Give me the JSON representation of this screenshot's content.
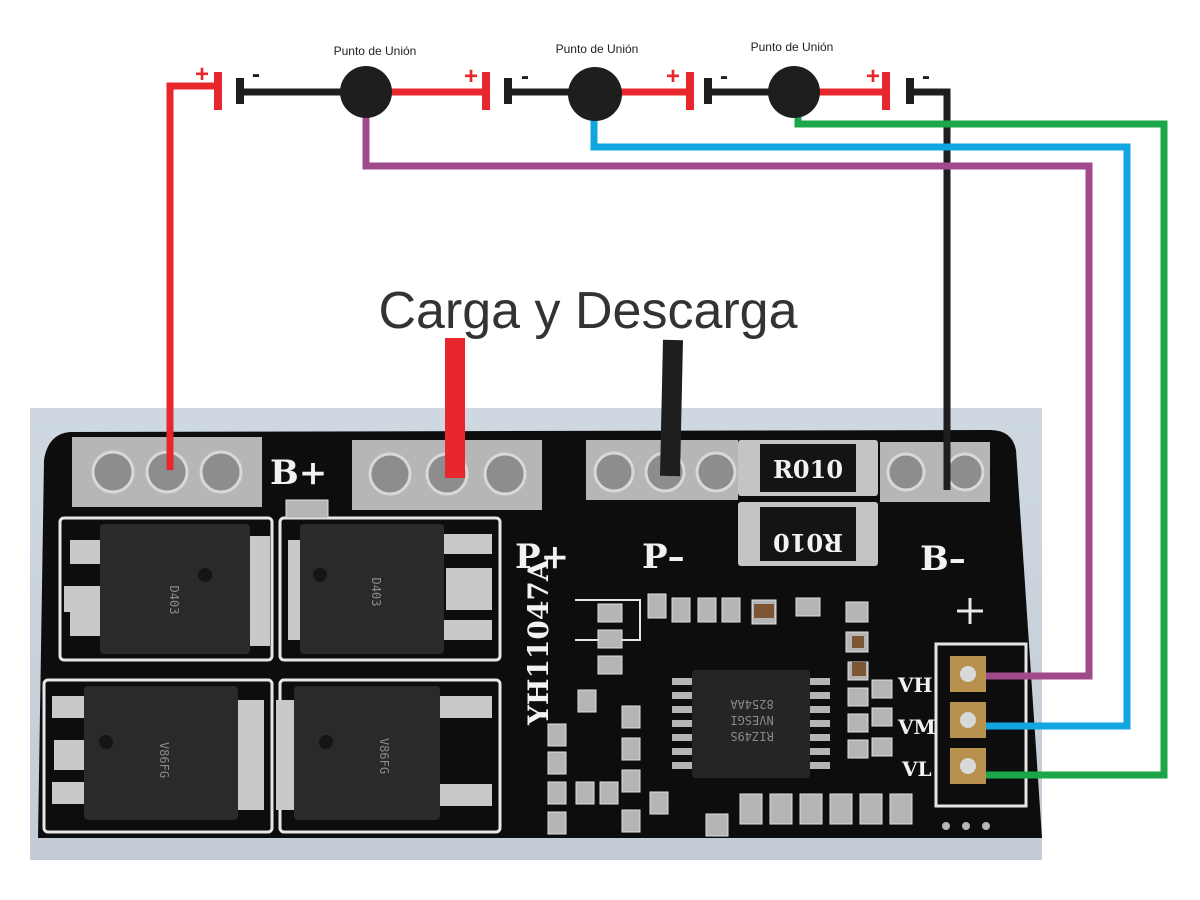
{
  "diagram": {
    "junction_label": "Punto de Unión",
    "title": "Carga y Descarga",
    "plus_sign": "+",
    "minus_sign": "-"
  },
  "board": {
    "label_b_plus": "B+",
    "label_p_plus": "P+",
    "label_p_minus": "P–",
    "label_b_minus": "B–",
    "model": "YH11047A",
    "resistor_label": "R010",
    "pin_vh": "VH",
    "pin_vm": "VM",
    "pin_vl": "VL",
    "mosfet_mark_1": "D403",
    "mosfet_mark_2": "V86FG",
    "ic_line_1": "8254AA",
    "ic_line_2": "NVESGI",
    "ic_line_3": "RIZ49S"
  },
  "colors": {
    "positive_wire": "#e8262d",
    "negative_wire": "#1e1e1e",
    "vh_wire": "#a04a8c",
    "vm_wire": "#12a6e0",
    "vl_wire": "#1ca64a",
    "board": "#0d0d0e",
    "pads": "#b9b9b9",
    "background_photo": "#c9d3dd"
  }
}
